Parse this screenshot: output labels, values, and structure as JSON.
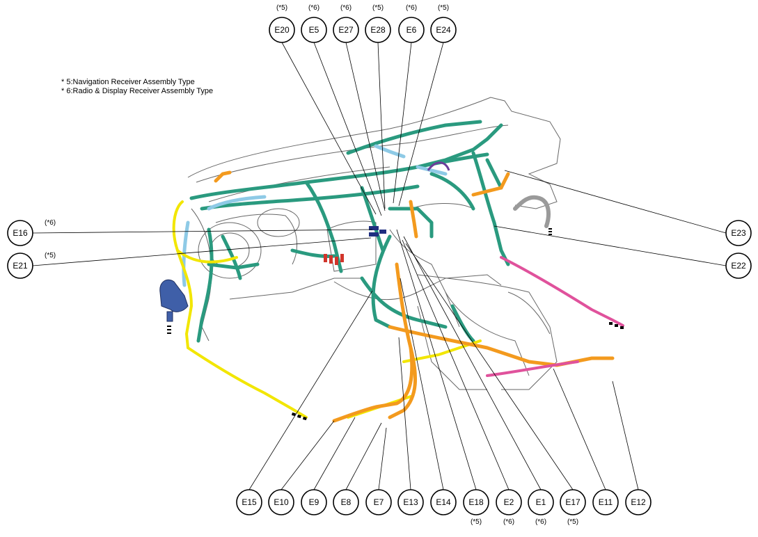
{
  "legend": {
    "note1": "* 5:Navigation Receiver Assembly Type",
    "note2": "* 6:Radio & Display Receiver Assembly Type"
  },
  "connectors": {
    "top": [
      {
        "id": "E20",
        "note": "(*5)"
      },
      {
        "id": "E5",
        "note": "(*6)"
      },
      {
        "id": "E27",
        "note": "(*6)"
      },
      {
        "id": "E28",
        "note": "(*5)"
      },
      {
        "id": "E6",
        "note": "(*6)"
      },
      {
        "id": "E24",
        "note": "(*5)"
      }
    ],
    "left": [
      {
        "id": "E16",
        "note": "(*6)"
      },
      {
        "id": "E21",
        "note": "(*5)"
      }
    ],
    "right": [
      {
        "id": "E23",
        "note": ""
      },
      {
        "id": "E22",
        "note": ""
      }
    ],
    "bottom": [
      {
        "id": "E15",
        "note": ""
      },
      {
        "id": "E10",
        "note": ""
      },
      {
        "id": "E9",
        "note": ""
      },
      {
        "id": "E8",
        "note": ""
      },
      {
        "id": "E7",
        "note": ""
      },
      {
        "id": "E13",
        "note": ""
      },
      {
        "id": "E14",
        "note": ""
      },
      {
        "id": "E18",
        "note": "(*5)"
      },
      {
        "id": "E2",
        "note": "(*6)"
      },
      {
        "id": "E1",
        "note": "(*6)"
      },
      {
        "id": "E17",
        "note": "(*5)"
      },
      {
        "id": "E11",
        "note": ""
      },
      {
        "id": "E12",
        "note": ""
      }
    ]
  },
  "colors": {
    "harness_teal": "#2a9a7f",
    "harness_light_blue": "#8ecae6",
    "harness_yellow": "#f2e600",
    "harness_orange": "#f39a1e",
    "harness_pink": "#e0529c",
    "harness_blue": "#3f5fa8",
    "harness_purple": "#6a3d9a",
    "harness_red": "#d1352b",
    "outline": "#555555"
  }
}
